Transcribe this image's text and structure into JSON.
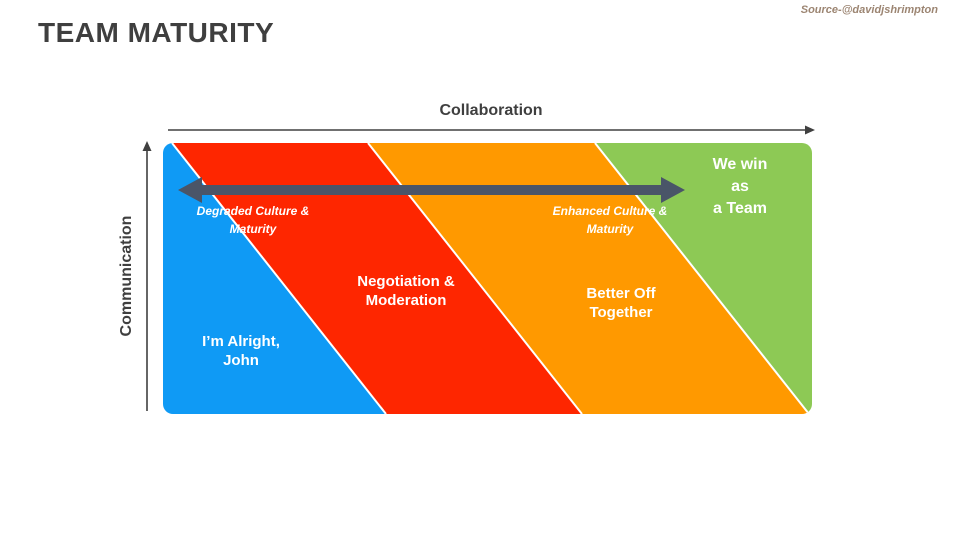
{
  "slide": {
    "title": "TEAM MATURITY",
    "source": "Source-@davidjshrimpton"
  },
  "axes": {
    "x_label": "Collaboration",
    "y_label": "Communication"
  },
  "diagram": {
    "bands": [
      {
        "name": "blue",
        "label": "I’m Alright,\nJohn"
      },
      {
        "name": "red",
        "label": "Negotiation &\nModeration"
      },
      {
        "name": "orange",
        "label": "Better Off\nTogether"
      },
      {
        "name": "green",
        "label": "We win as\na Team"
      }
    ],
    "culture_arrow": {
      "left_label": "Degraded Culture &\nMaturity",
      "right_label": "Enhanced Culture &\nMaturity"
    }
  },
  "colors": {
    "band-blue": "#0F9AF5",
    "band-red": "#FE2600",
    "band-orange": "#FF9900",
    "band-green": "#8DC955",
    "band-text": "#FFFFFF",
    "arrow-dark": "#4A5568",
    "text-dark": "#3F3F3F",
    "axis-line": "#404040",
    "source-text": "#9C8572"
  }
}
